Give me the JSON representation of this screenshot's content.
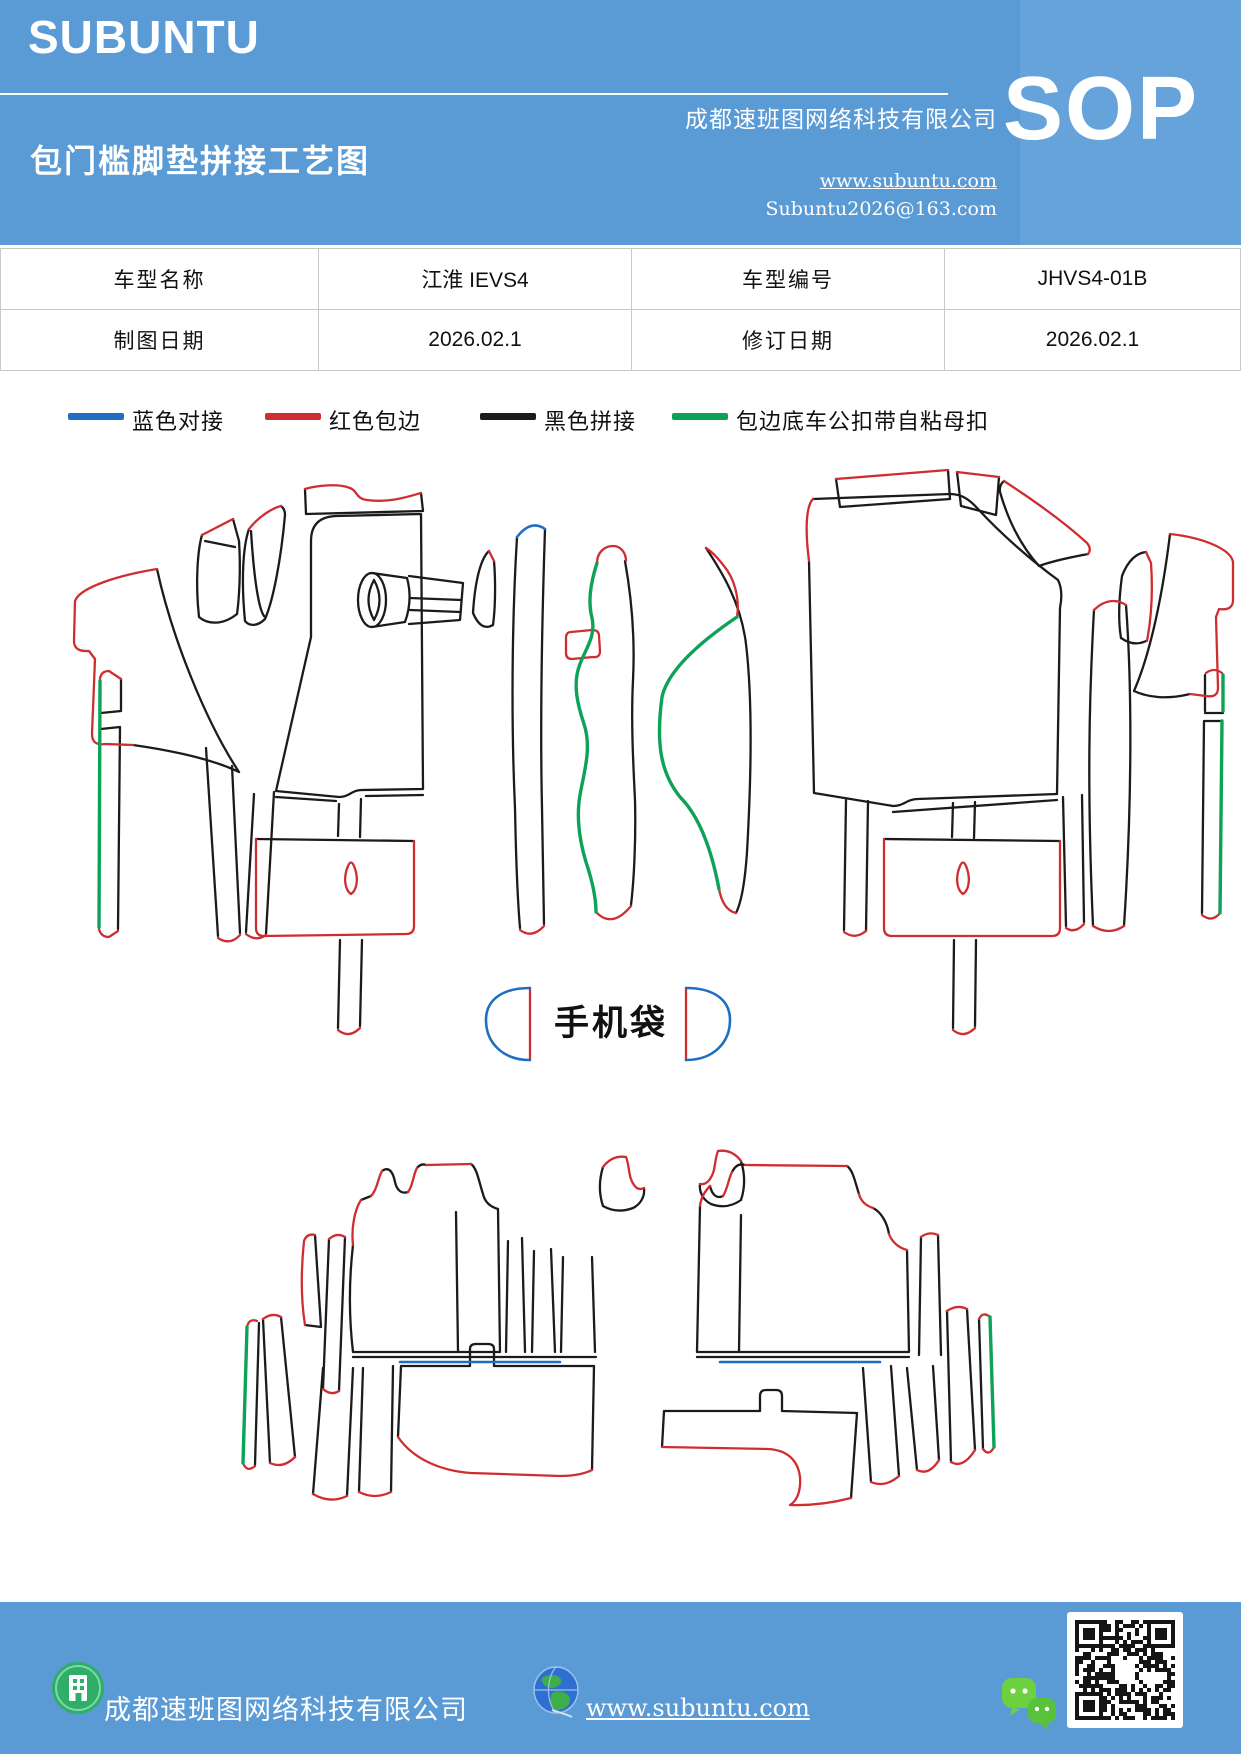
{
  "header": {
    "logo": "SUBUNTU",
    "title": "包门槛脚垫拼接工艺图",
    "company": "成都速班图网络科技有限公司",
    "website": "www.subuntu.com",
    "email": "Subuntu2026@163.com",
    "sop": "SOP"
  },
  "info_table": {
    "rows": [
      [
        "车型名称",
        "江淮 IEVS4",
        "车型编号",
        "JHVS4-01B"
      ],
      [
        "制图日期",
        "2026.02.1",
        "修订日期",
        "2026.02.1"
      ]
    ]
  },
  "legend": {
    "items": [
      {
        "label": "蓝色对接",
        "color": "blue"
      },
      {
        "label": "红色包边",
        "color": "red"
      },
      {
        "label": "黑色拼接",
        "color": "black"
      },
      {
        "label": "包边底车公扣带自粘母扣",
        "color": "green"
      }
    ]
  },
  "diagram": {
    "phone_bag_label": "手机袋"
  },
  "footer": {
    "company": "成都速班图网络科技有限公司",
    "website": "www.subuntu.com"
  },
  "colors": {
    "header-blue": "#5b9bd5",
    "sop-panel": "#66a3da",
    "line-blue": "#1e6fc0",
    "line-red": "#cf2e31",
    "line-black": "#1b1b1b",
    "line-green": "#0ea258",
    "table-border": "#c8c8c8"
  }
}
